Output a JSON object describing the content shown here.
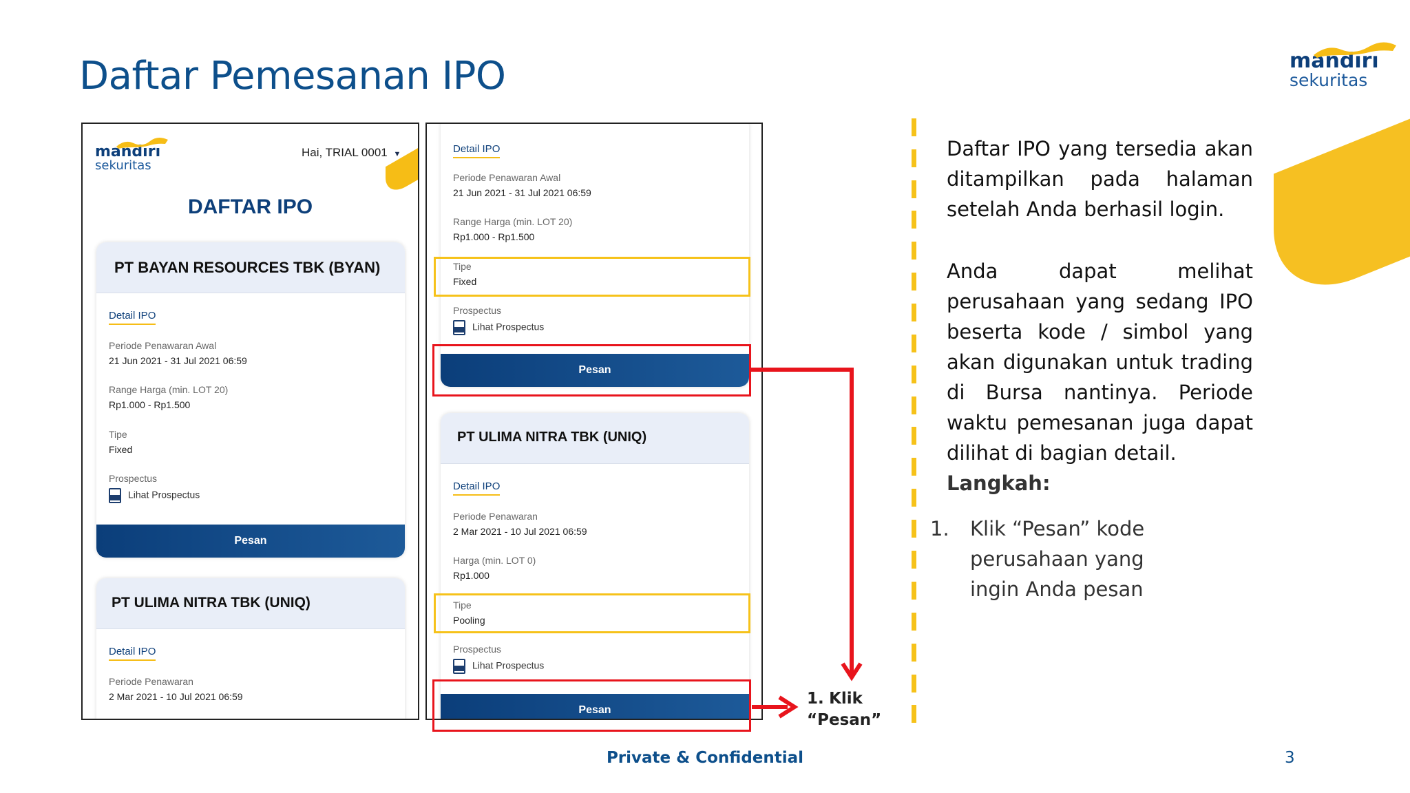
{
  "slide": {
    "title": "Daftar Pemesanan IPO",
    "footer": "Private & Confidential",
    "page_number": "3"
  },
  "brand": {
    "name_top": "mandırı",
    "name_bottom": "sekuritas"
  },
  "left_screen": {
    "brand_top": "mandırı",
    "brand_bottom": "sekuritas",
    "greeting": "Hai, TRIAL 0001",
    "page_heading": "DAFTAR IPO",
    "cards": [
      {
        "company": "PT BAYAN RESOURCES TBK (BYAN)",
        "detail_title": "Detail IPO",
        "fields": [
          {
            "label": "Periode Penawaran Awal",
            "value": "21 Jun 2021 - 31 Jul 2021 06:59"
          },
          {
            "label": "Range Harga (min. LOT 20)",
            "value": "Rp1.000 - Rp1.500"
          },
          {
            "label": "Tipe",
            "value": "Fixed"
          },
          {
            "label": "Prospectus",
            "value": "Lihat Prospectus"
          }
        ],
        "button": "Pesan"
      },
      {
        "company": "PT ULIMA NITRA TBK (UNIQ)",
        "detail_title": "Detail IPO",
        "fields": [
          {
            "label": "Periode Penawaran",
            "value": "2 Mar 2021 - 10 Jul 2021 06:59"
          }
        ]
      }
    ]
  },
  "middle_screen": {
    "cards": [
      {
        "detail_title": "Detail IPO",
        "fields": [
          {
            "label": "Periode Penawaran Awal",
            "value": "21 Jun 2021 - 31 Jul 2021 06:59"
          },
          {
            "label": "Range Harga (min. LOT 20)",
            "value": "Rp1.000 - Rp1.500"
          },
          {
            "label": "Tipe",
            "value": "Fixed"
          },
          {
            "label": "Prospectus",
            "value": "Lihat Prospectus"
          }
        ],
        "button": "Pesan"
      },
      {
        "company": "PT ULIMA NITRA TBK (UNIQ)",
        "detail_title": "Detail IPO",
        "fields": [
          {
            "label": "Periode Penawaran",
            "value": "2 Mar 2021 - 10 Jul 2021 06:59"
          },
          {
            "label": "Harga (min. LOT 0)",
            "value": "Rp1.000"
          },
          {
            "label": "Tipe",
            "value": "Pooling"
          },
          {
            "label": "Prospectus",
            "value": "Lihat Prospectus"
          }
        ],
        "button": "Pesan"
      }
    ]
  },
  "annotation": {
    "step_number": "1.",
    "step_line1": "Klik",
    "step_line2": "“Pesan”"
  },
  "description": {
    "paragraph1": "Daftar IPO yang tersedia akan ditampilkan pada halaman setelah Anda berhasil login.",
    "paragraph2": "Anda dapat melihat perusahaan yang sedang IPO beserta kode / simbol yang akan digunakan untuk trading di Bursa nantinya. Periode waktu pemesanan juga dapat dilihat di bagian detail.",
    "steps_heading": "Langkah:",
    "steps": [
      {
        "number": "1.",
        "text": "Klik “Pesan” kode perusahaan yang ingin Anda pesan"
      }
    ]
  },
  "colors": {
    "title_blue": "#0d4f8b",
    "brand_yellow": "#f6bd16",
    "highlight_red": "#e8141c",
    "button_blue": "#0b3e7a"
  }
}
